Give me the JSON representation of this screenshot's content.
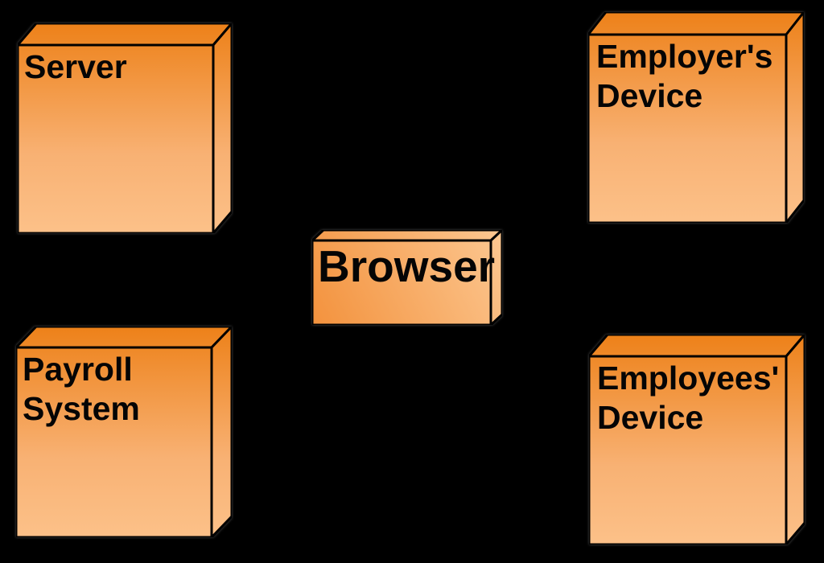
{
  "diagram": {
    "kind": "uml-deployment-diagram",
    "nodes": [
      {
        "id": "server",
        "label": "Server"
      },
      {
        "id": "employers-device",
        "label": "Employer's\nDevice"
      },
      {
        "id": "browser",
        "label": "Browser"
      },
      {
        "id": "payroll-system",
        "label": "Payroll\nSystem"
      },
      {
        "id": "employees-device",
        "label": "Employees'\nDevice"
      }
    ],
    "colors": {
      "background": "#000000",
      "outline": "#000000",
      "label_text": "#050505",
      "node_gradient_top": "#ed8119",
      "node_gradient_mid": "#f8b173",
      "node_gradient_bottom": "#fcc189",
      "browser_gradient_dark": "#f3923d",
      "browser_gradient_light": "#fcc791"
    }
  }
}
